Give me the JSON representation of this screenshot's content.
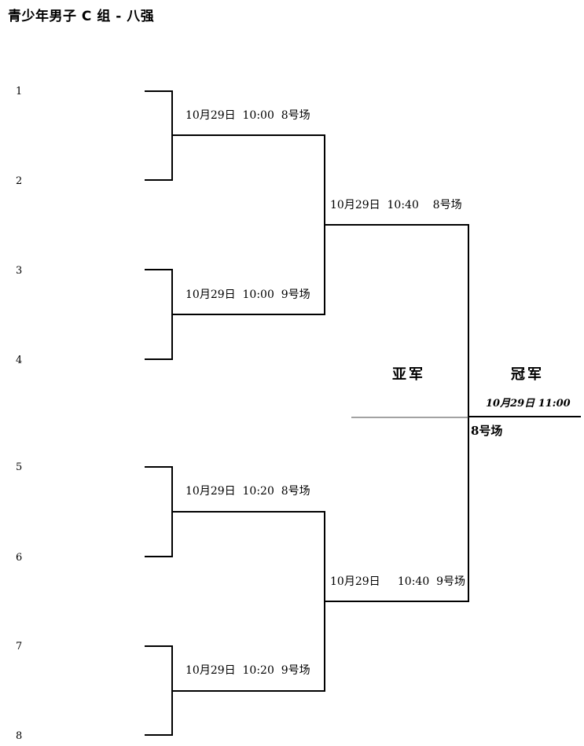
{
  "title": "青少年男子 C 组 - 八强",
  "seeds": [
    "1",
    "2",
    "3",
    "4",
    "5",
    "6",
    "7",
    "8"
  ],
  "matches": {
    "r1_m1": "10月29日  10:00  8号场",
    "r1_m2": "10月29日  10:00  9号场",
    "r1_m3": "10月29日  10:20  8号场",
    "r1_m4": "10月29日  10:20  9号场",
    "semi_top": "10月29日  10:40    8号场",
    "semi_bottom": "10月29日     10:40  9号场"
  },
  "final": {
    "runner_up_label": "亚军",
    "champion_label": "冠军",
    "time": "10月29日 11:00",
    "venue": "8号场"
  }
}
